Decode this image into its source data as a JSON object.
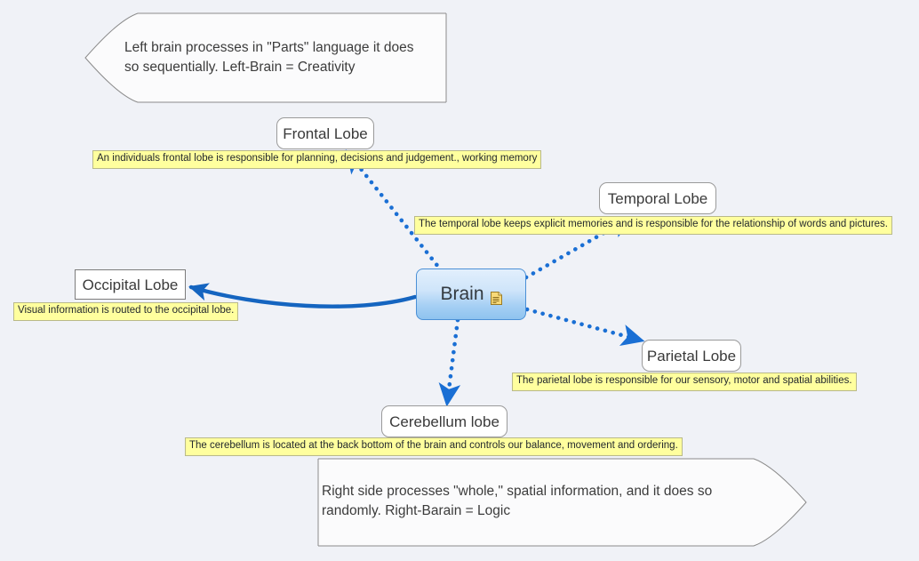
{
  "diagram": {
    "title": "Brain mind map",
    "background_color": "#f0f2f7",
    "central_node": {
      "label": "Brain",
      "icon": "note-icon",
      "fill_top": "#e2effc",
      "fill_bottom": "#8ec3ef",
      "border_color": "#4b90d6"
    },
    "connector_colors": {
      "dotted": "#1a6fd4",
      "solid": "#1565c0"
    },
    "annotation_colors": {
      "fill": "#ffff9e",
      "border": "#b9b98a"
    },
    "nodes": [
      {
        "id": "frontal",
        "label": "Frontal Lobe"
      },
      {
        "id": "temporal",
        "label": "Temporal Lobe"
      },
      {
        "id": "occipital",
        "label": "Occipital Lobe"
      },
      {
        "id": "parietal",
        "label": "Parietal Lobe"
      },
      {
        "id": "cerebellum",
        "label": "Cerebellum lobe"
      }
    ],
    "annotations": [
      {
        "id": "frontal-annot",
        "text": "An individuals frontal lobe is responsible for planning, decisions and judgement., working memory"
      },
      {
        "id": "temporal-annot",
        "text": "The temporal lobe keeps explicit memories and is responsible for the relationship of words and pictures."
      },
      {
        "id": "occipital-annot",
        "text": "Visual information is routed to the occipital lobe."
      },
      {
        "id": "parietal-annot",
        "text": "The parietal lobe is responsible for our sensory, motor and spatial abilities."
      },
      {
        "id": "cerebellum-annot",
        "text": "The cerebellum is located at the back bottom of the brain and controls our balance, movement and ordering."
      }
    ],
    "callouts": [
      {
        "id": "left-brain-callout",
        "text": "Left brain processes in \"Parts\" language it does\nso sequentially. Left-Brain = Creativity"
      },
      {
        "id": "right-brain-callout",
        "text": "Right side processes \"whole,\" spatial information, and it does so\nrandomly. Right-Barain = Logic"
      }
    ]
  }
}
